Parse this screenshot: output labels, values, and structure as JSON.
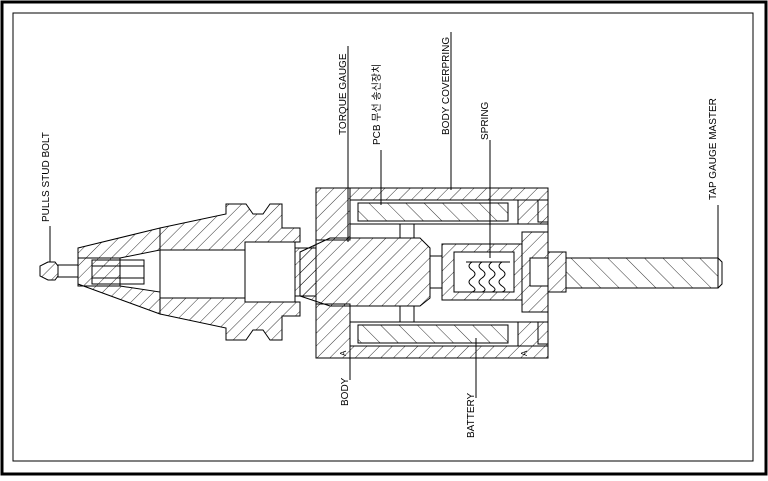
{
  "labels": {
    "pulls_stud_bolt": "PULLS STUD BOLT",
    "torque_gauge": "TORQUE GAUGE",
    "pcb": "PCB 무선 송신장치",
    "body_coverpring": "BODY COVERPRING",
    "spring": "SPRING",
    "tap_gauge_master": "TAP GAUGE MASTER",
    "body": "BODY",
    "battery": "BATTERY",
    "mark_a1": "A",
    "mark_a2": "A"
  },
  "colors": {
    "line": "#000000",
    "background": "#ffffff"
  }
}
